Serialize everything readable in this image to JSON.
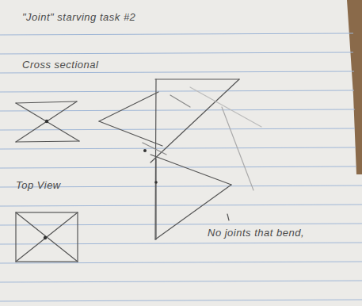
{
  "diagram": {
    "title": "\"Joint\" starving task #2",
    "labels": [
      "Cross sectional",
      "Top View",
      "No joints that bend,"
    ]
  }
}
